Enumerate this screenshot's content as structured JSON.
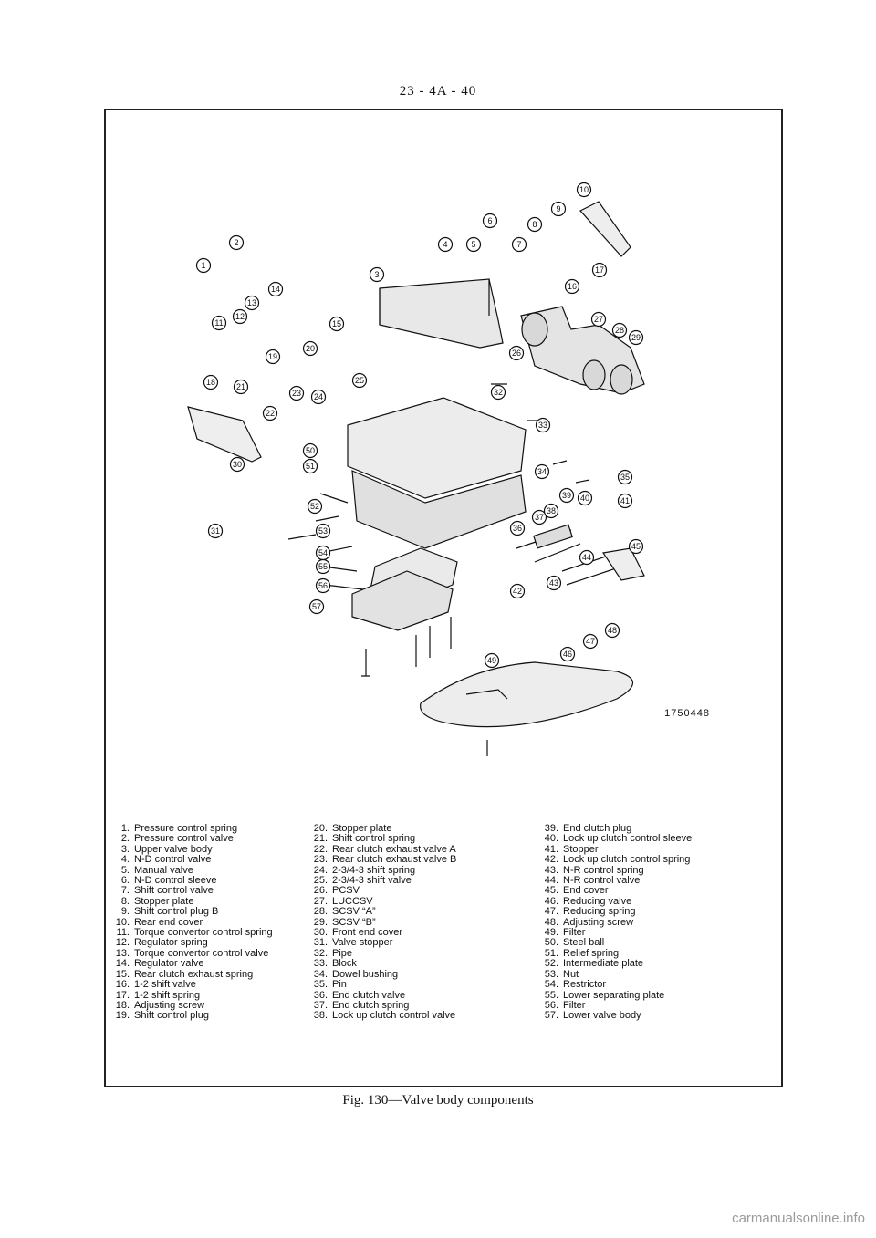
{
  "header": {
    "page_number": "23 - 4A - 40"
  },
  "figure": {
    "part_number": "1750448",
    "caption": "Fig. 130—Valve body components"
  },
  "legend": {
    "col1": [
      {
        "n": "1.",
        "label": "Pressure control spring"
      },
      {
        "n": "2.",
        "label": "Pressure control valve"
      },
      {
        "n": "3.",
        "label": "Upper valve body"
      },
      {
        "n": "4.",
        "label": "N-D control valve"
      },
      {
        "n": "5.",
        "label": "Manual valve"
      },
      {
        "n": "6.",
        "label": "N-D control sleeve"
      },
      {
        "n": "7.",
        "label": "Shift control valve"
      },
      {
        "n": "8.",
        "label": "Stopper plate"
      },
      {
        "n": "9.",
        "label": "Shift control plug B"
      },
      {
        "n": "10.",
        "label": "Rear end cover"
      },
      {
        "n": "11.",
        "label": "Torque convertor control spring"
      },
      {
        "n": "12.",
        "label": "Regulator spring"
      },
      {
        "n": "13.",
        "label": "Torque convertor control valve"
      },
      {
        "n": "14.",
        "label": "Regulator valve"
      },
      {
        "n": "15.",
        "label": "Rear clutch exhaust spring"
      },
      {
        "n": "16.",
        "label": "1-2 shift valve"
      },
      {
        "n": "17.",
        "label": "1-2 shift spring"
      },
      {
        "n": "18.",
        "label": "Adjusting screw"
      },
      {
        "n": "19.",
        "label": "Shift control plug"
      }
    ],
    "col2": [
      {
        "n": "20.",
        "label": "Stopper plate"
      },
      {
        "n": "21.",
        "label": "Shift control spring"
      },
      {
        "n": "22.",
        "label": "Rear clutch exhaust valve A"
      },
      {
        "n": "23.",
        "label": "Rear clutch exhaust valve B"
      },
      {
        "n": "24.",
        "label": "2-3/4-3 shift spring"
      },
      {
        "n": "25.",
        "label": "2-3/4-3 shift valve"
      },
      {
        "n": "26.",
        "label": "PCSV"
      },
      {
        "n": "27.",
        "label": "LUCCSV"
      },
      {
        "n": "28.",
        "label": "SCSV “A”"
      },
      {
        "n": "29.",
        "label": "SCSV “B”"
      },
      {
        "n": "30.",
        "label": "Front end cover"
      },
      {
        "n": "31.",
        "label": "Valve stopper"
      },
      {
        "n": "32.",
        "label": "Pipe"
      },
      {
        "n": "33.",
        "label": "Block"
      },
      {
        "n": "34.",
        "label": "Dowel bushing"
      },
      {
        "n": "35.",
        "label": "Pin"
      },
      {
        "n": "36.",
        "label": "End clutch valve"
      },
      {
        "n": "37.",
        "label": "End clutch spring"
      },
      {
        "n": "38.",
        "label": "Lock up clutch control valve"
      }
    ],
    "col3": [
      {
        "n": "39.",
        "label": "End clutch plug"
      },
      {
        "n": "40.",
        "label": "Lock up clutch control sleeve"
      },
      {
        "n": "41.",
        "label": "Stopper"
      },
      {
        "n": "42.",
        "label": "Lock up clutch control spring"
      },
      {
        "n": "43.",
        "label": "N-R control spring"
      },
      {
        "n": "44.",
        "label": "N-R control valve"
      },
      {
        "n": "45.",
        "label": "End cover"
      },
      {
        "n": "46.",
        "label": "Reducing valve"
      },
      {
        "n": "47.",
        "label": "Reducing spring"
      },
      {
        "n": "48.",
        "label": "Adjusting screw"
      },
      {
        "n": "49.",
        "label": "Filter"
      },
      {
        "n": "50.",
        "label": "Steel ball"
      },
      {
        "n": "51.",
        "label": "Relief spring"
      },
      {
        "n": "52.",
        "label": "Intermediate plate"
      },
      {
        "n": "53.",
        "label": "Nut"
      },
      {
        "n": "54.",
        "label": "Restrictor"
      },
      {
        "n": "55.",
        "label": "Lower separating plate"
      },
      {
        "n": "56.",
        "label": "Filter"
      },
      {
        "n": "57.",
        "label": "Lower valve body"
      }
    ]
  },
  "callouts": [
    "1",
    "2",
    "3",
    "4",
    "5",
    "6",
    "7",
    "8",
    "9",
    "10",
    "11",
    "12",
    "13",
    "14",
    "15",
    "16",
    "17",
    "18",
    "19",
    "20",
    "21",
    "22",
    "23",
    "24",
    "25",
    "26",
    "27",
    "28",
    "29",
    "30",
    "31",
    "32",
    "33",
    "34",
    "35",
    "36",
    "37",
    "38",
    "39",
    "40",
    "41",
    "42",
    "43",
    "44",
    "45",
    "46",
    "47",
    "48",
    "49",
    "50",
    "51",
    "52",
    "53",
    "54",
    "55",
    "56",
    "57"
  ],
  "watermark": "carmanualsonline.info"
}
